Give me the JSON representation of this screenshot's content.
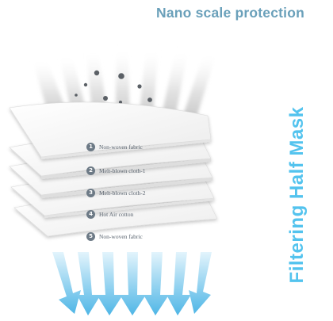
{
  "headline": "Nano scale protection",
  "side_title": "Filtering Half Mask",
  "layers": [
    {
      "number": "1",
      "name": "Non-woven fabric"
    },
    {
      "number": "2",
      "name": "Melt-blown cloth-1"
    },
    {
      "number": "3",
      "name": "Melt-blown cloth-2"
    },
    {
      "number": "4",
      "name": "Hot Air cotton"
    },
    {
      "number": "5",
      "name": "Non-woven fabric"
    }
  ],
  "colors": {
    "headline": "#6aa0ba",
    "side_title": "#53c3ee",
    "arrow_light": "#d7f0fb",
    "arrow_dark": "#4fb6e6",
    "particle": "#5b6066",
    "layer_badge": "#6d7a86"
  },
  "icons": [
    "particle-dot",
    "air-stream",
    "filtered-air-arrow"
  ]
}
